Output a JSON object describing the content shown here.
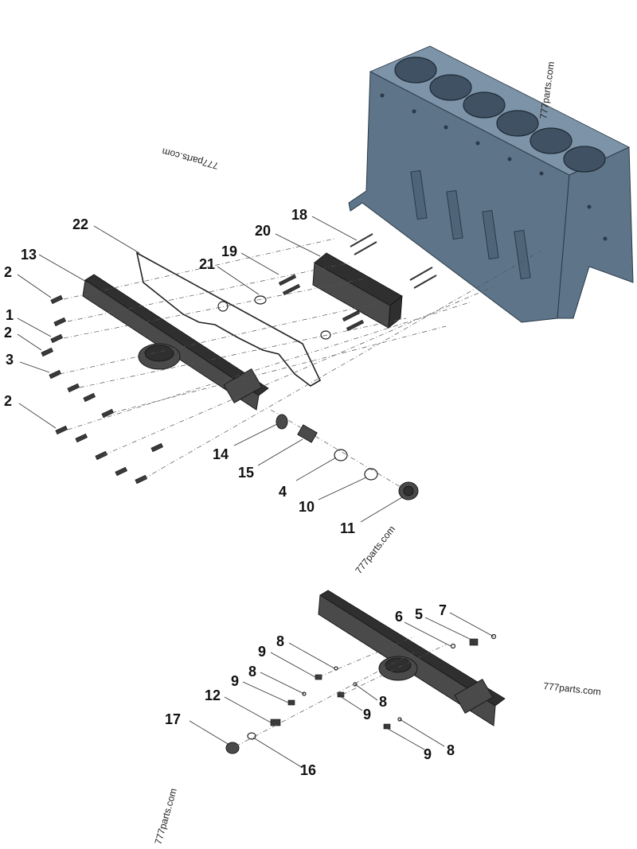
{
  "watermarks": {
    "wm_top_mirrored": "777parts.com",
    "wm_block": "777parts.com",
    "wm_middle": "777parts.com",
    "wm_right": "777parts.com",
    "wm_bottom_left": "777parts.com"
  },
  "callouts": {
    "c18": "18",
    "c20": "20",
    "c22": "22",
    "c19": "19",
    "c21": "21",
    "c13": "13",
    "c2a": "2",
    "c1": "1",
    "c2b": "2",
    "c3": "3",
    "c2c": "2",
    "c14": "14",
    "c15": "15",
    "c4": "4",
    "c10": "10",
    "c11": "11",
    "c6": "6",
    "c5": "5",
    "c7": "7",
    "c8a": "8",
    "c9a": "9",
    "c8b": "8",
    "c9b": "9",
    "c12": "12",
    "c8c": "8",
    "c9c": "9",
    "c17": "17",
    "c9d": "9",
    "c8d": "8",
    "c16": "16"
  },
  "colors": {
    "block": "#5d7489",
    "cover": "#4a4a4a",
    "ink": "#111111"
  }
}
